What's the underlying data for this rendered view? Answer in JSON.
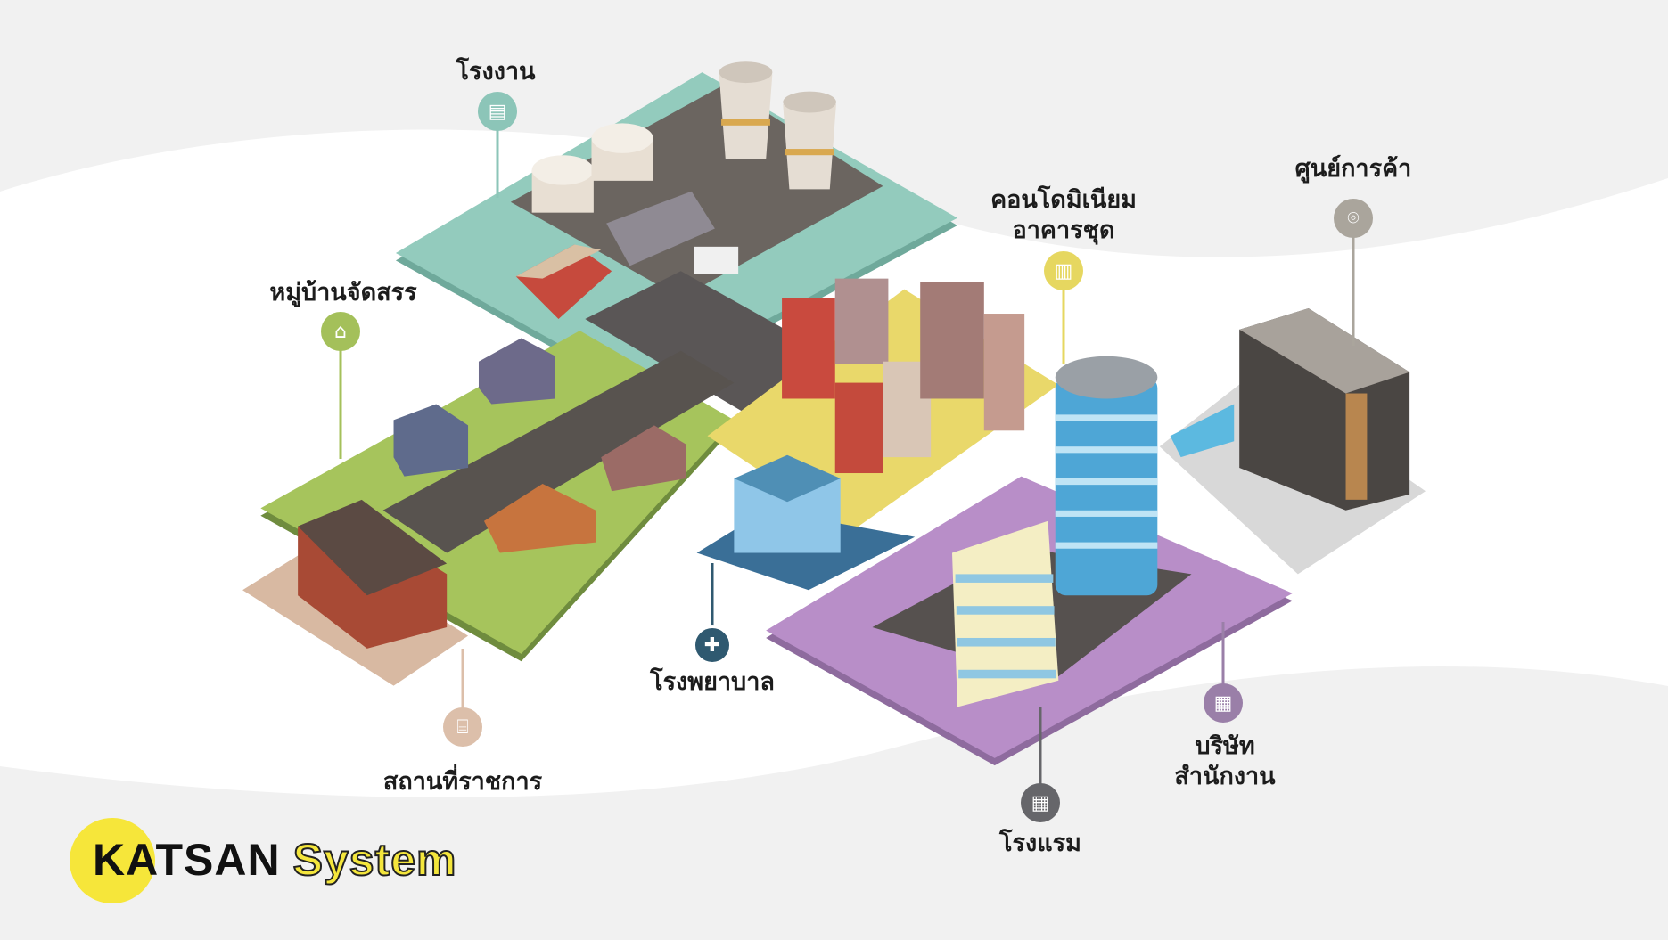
{
  "brand": {
    "name_part1": "KATSAN",
    "name_part2": "System",
    "accent": "#f6e63a"
  },
  "zones": [
    {
      "id": "factory",
      "label": "โรงงาน",
      "icon": "factory-icon",
      "color": "#8cc5b8"
    },
    {
      "id": "village",
      "label": "หมู่บ้านจัดสรร",
      "icon": "house-icon",
      "color": "#a4c05a"
    },
    {
      "id": "condo",
      "label_line1": "คอนโดมิเนียม",
      "label_line2": "อาคารชุด",
      "icon": "apartment-icon",
      "color": "#e6d760"
    },
    {
      "id": "mall",
      "label": "ศูนย์การค้า",
      "icon": "shopping-bag-pin-icon",
      "color": "#aaa59c"
    },
    {
      "id": "hospital",
      "label": "โรงพยาบาล",
      "icon": "medical-cross-icon",
      "color": "#2f5970"
    },
    {
      "id": "government",
      "label": "สถานที่ราชการ",
      "icon": "government-building-icon",
      "color": "#dcbfaa"
    },
    {
      "id": "hotel",
      "label": "โรงแรม",
      "icon": "hotel-icon",
      "color": "#66666a"
    },
    {
      "id": "office",
      "label_line1": "บริษัท",
      "label_line2": "สำนักงาน",
      "icon": "office-building-icon",
      "color": "#9a7fa8"
    }
  ]
}
